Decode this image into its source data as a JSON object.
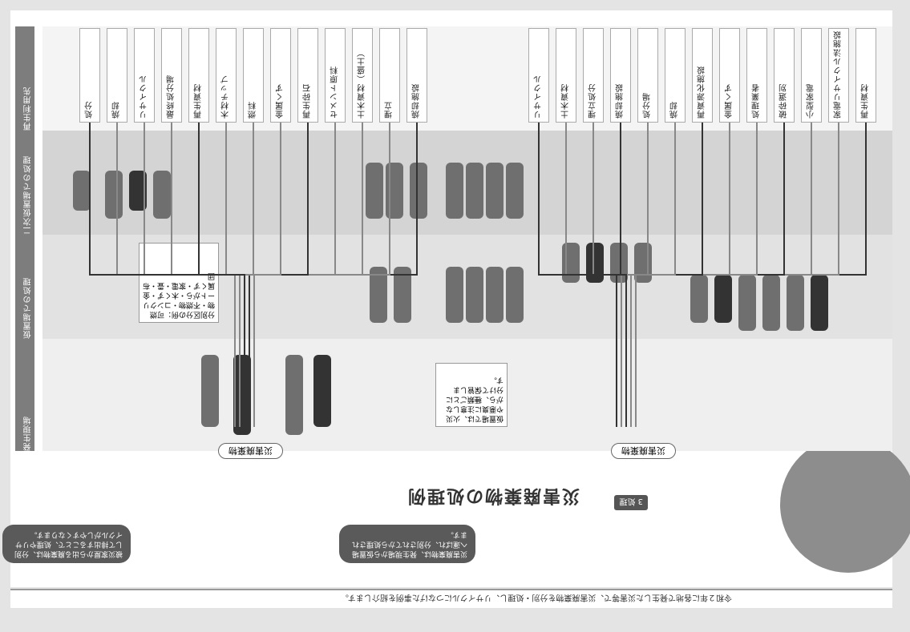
{
  "header": {
    "top_caption": "令和２年に各地で発生した災害等で、災害廃棄物を分別・処理し、リサイクルにつなげた事例を紹介します。",
    "page_title": "災害廃棄物の処理例",
    "chapter_number": "3",
    "chapter_label": "処理"
  },
  "flow": {
    "left_source": "災害廃棄物",
    "right_source": "災害廃棄物"
  },
  "zones": [
    "発生現場",
    "仮置場での処理",
    "二次仮置場での処理",
    "再生利用先"
  ],
  "left_destinations": [
    "焼却施設",
    "埋立",
    "土木資材（盛土）",
    "セメント原料",
    "再生砕石",
    "金属くず",
    "燃料",
    "木材チップ",
    "再生資材",
    "最終処分場",
    "リサイクル",
    "焼却",
    "処分"
  ],
  "right_destinations": [
    "再生資材",
    "家電リサイクル法施設",
    "小型家電",
    "破砕選別",
    "処理業者",
    "金属くず",
    "再資源化施設",
    "焼却",
    "処分場",
    "焼却施設",
    "埋立処分",
    "土木資材",
    "リサイクル"
  ],
  "left_notes": "分別区分の例：可燃物・不燃物・コンクリートがら・木くず・金属くず・家電・畳・布団",
  "right_notes": "仮置場では、火災や悪臭に注意しながら、種類ごとに分けて保管します。",
  "bottom_left_bubble": "被災家屋から出る廃棄物は、分別して排出することで、処理やリサイクルがしやすくなります。",
  "bottom_right_bubble": "災害廃棄物は、発生現場から仮置場へ運ばれ、分別されてから処理されます。",
  "colors": {
    "dark": "#333333",
    "mid": "#6f6f6f",
    "light": "#ececec",
    "band": "#d6d6d6"
  }
}
